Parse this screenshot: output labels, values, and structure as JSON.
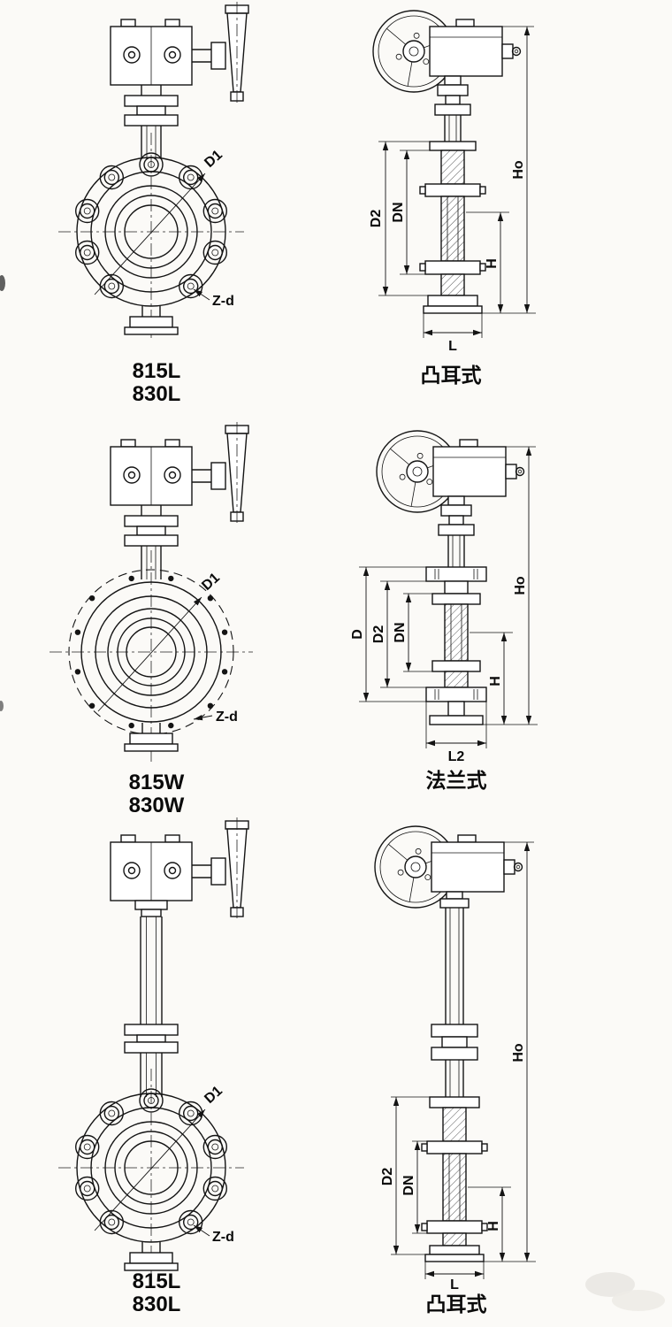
{
  "figures": [
    {
      "front": {
        "model_1": "815L",
        "model_2": "830L",
        "dim_d1": "D1",
        "dim_zd": "Z-d"
      },
      "side": {
        "type_label": "凸耳式",
        "dim_ho": "Ho",
        "dim_h": "H",
        "dim_d2": "D2",
        "dim_dn": "DN",
        "dim_l": "L"
      }
    },
    {
      "front": {
        "model_1": "815W",
        "model_2": "830W",
        "dim_d1": "D1",
        "dim_zd": "Z-d"
      },
      "side": {
        "type_label": "法兰式",
        "dim_ho": "Ho",
        "dim_h": "H",
        "dim_d": "D",
        "dim_d2": "D2",
        "dim_dn": "DN",
        "dim_l2": "L2"
      }
    },
    {
      "front": {
        "model_1": "815L",
        "model_2": "830L",
        "dim_d1": "D1",
        "dim_zd": "Z-d"
      },
      "side": {
        "type_label": "凸耳式",
        "dim_ho": "Ho",
        "dim_h": "H",
        "dim_d2": "D2",
        "dim_dn": "DN",
        "dim_l": "L"
      }
    }
  ],
  "colors": {
    "ink": "#141414",
    "paper": "#fbfaf7"
  }
}
